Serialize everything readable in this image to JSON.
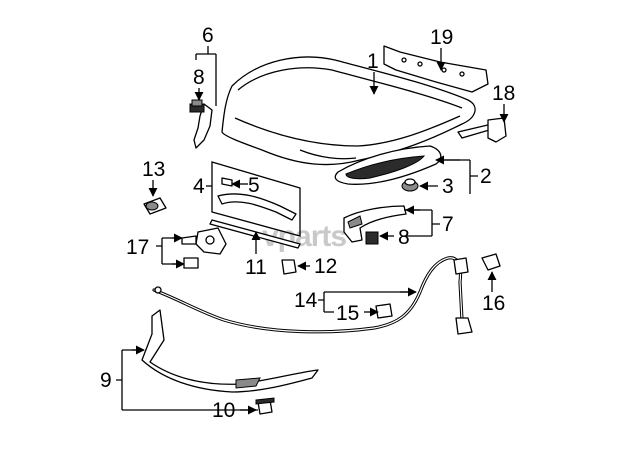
{
  "watermark": "vparts",
  "callouts": {
    "c1": "1",
    "c2": "2",
    "c3": "3",
    "c4": "4",
    "c5": "5",
    "c6": "6",
    "c7": "7",
    "c8a": "8",
    "c8b": "8",
    "c9": "9",
    "c10": "10",
    "c11": "11",
    "c12": "12",
    "c13": "13",
    "c14": "14",
    "c15": "15",
    "c16": "16",
    "c17": "17",
    "c18": "18",
    "c19": "19"
  },
  "colors": {
    "line": "#000000",
    "background": "#ffffff",
    "watermark": "#c9c9c9"
  }
}
